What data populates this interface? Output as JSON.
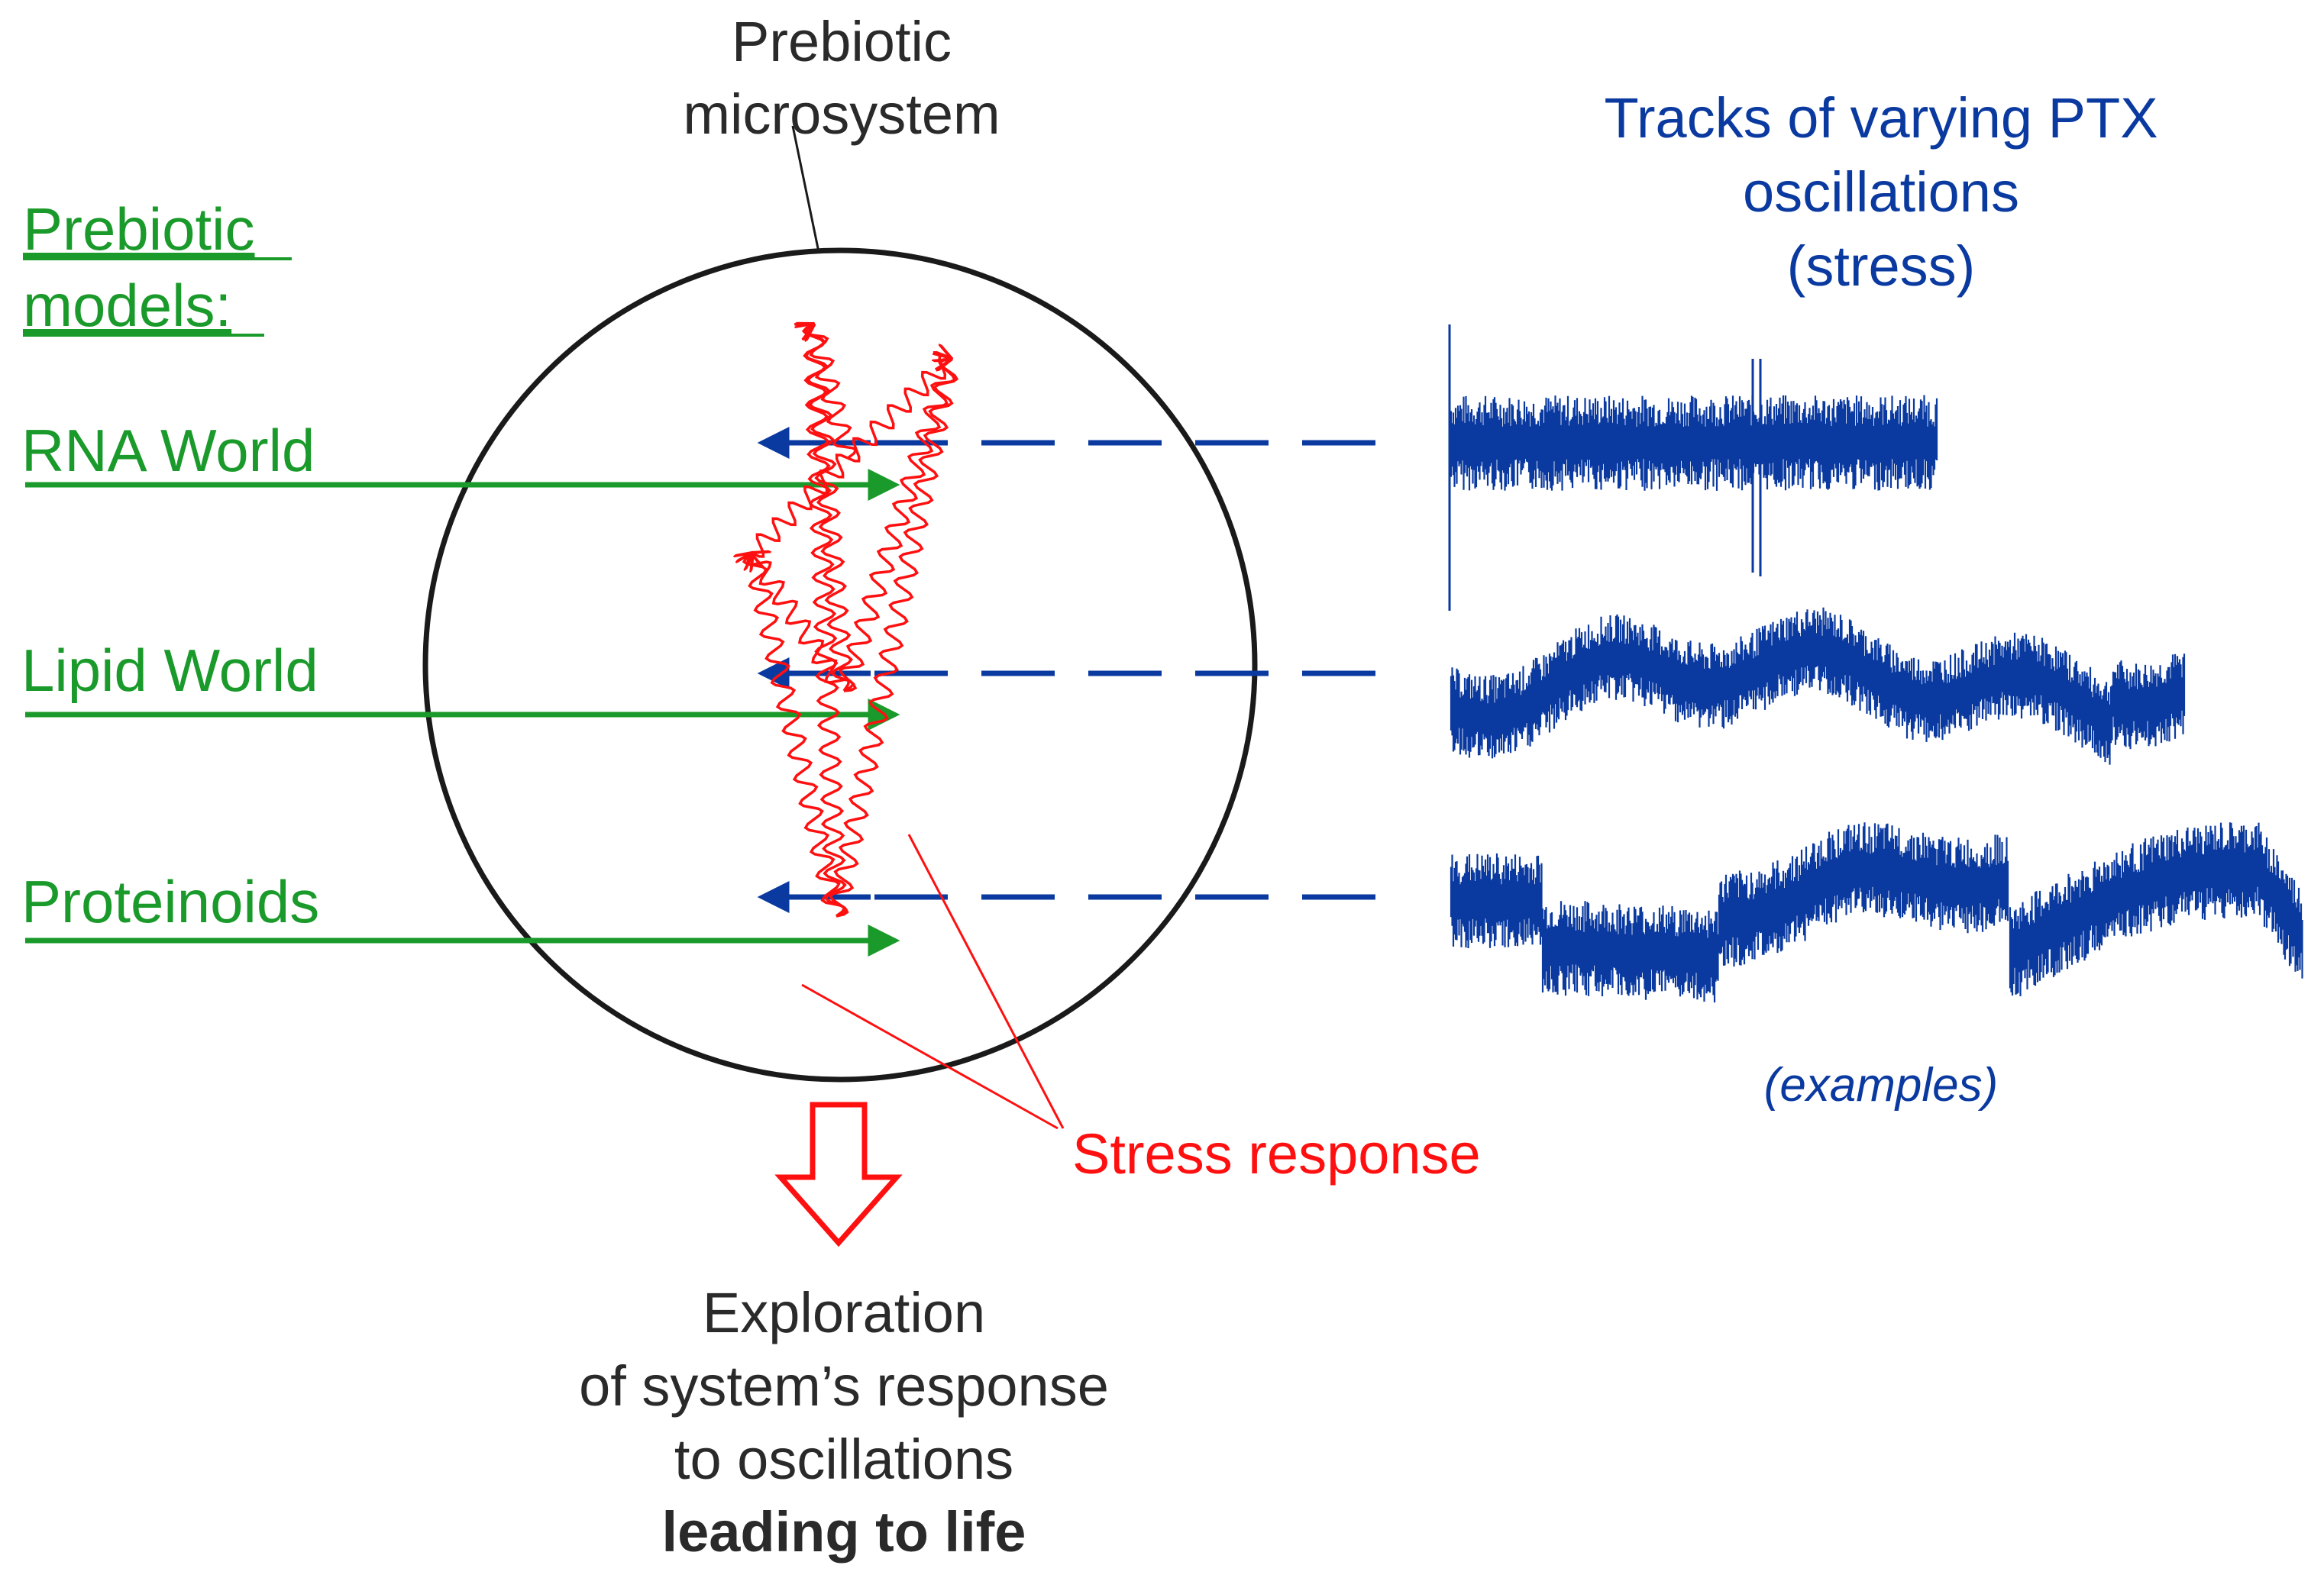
{
  "microsystem_label": [
    "Prebiotic",
    "microsystem"
  ],
  "models_heading": [
    "Prebiotic",
    "models:"
  ],
  "models": [
    "RNA World",
    "Lipid World",
    "Proteinoids"
  ],
  "tracks_title": [
    "Tracks of varying PTX",
    "oscillations",
    "(stress)"
  ],
  "examples_label": "(examples)",
  "stress_label": "Stress response",
  "exploration_text": [
    "Exploration",
    "of system’s response",
    "to oscillations"
  ],
  "exploration_bold": "leading to life",
  "colors": {
    "green": "#1a9a2a",
    "blue": "#0a3aa0",
    "red": "#ff1010",
    "black": "#2a2a2a"
  }
}
